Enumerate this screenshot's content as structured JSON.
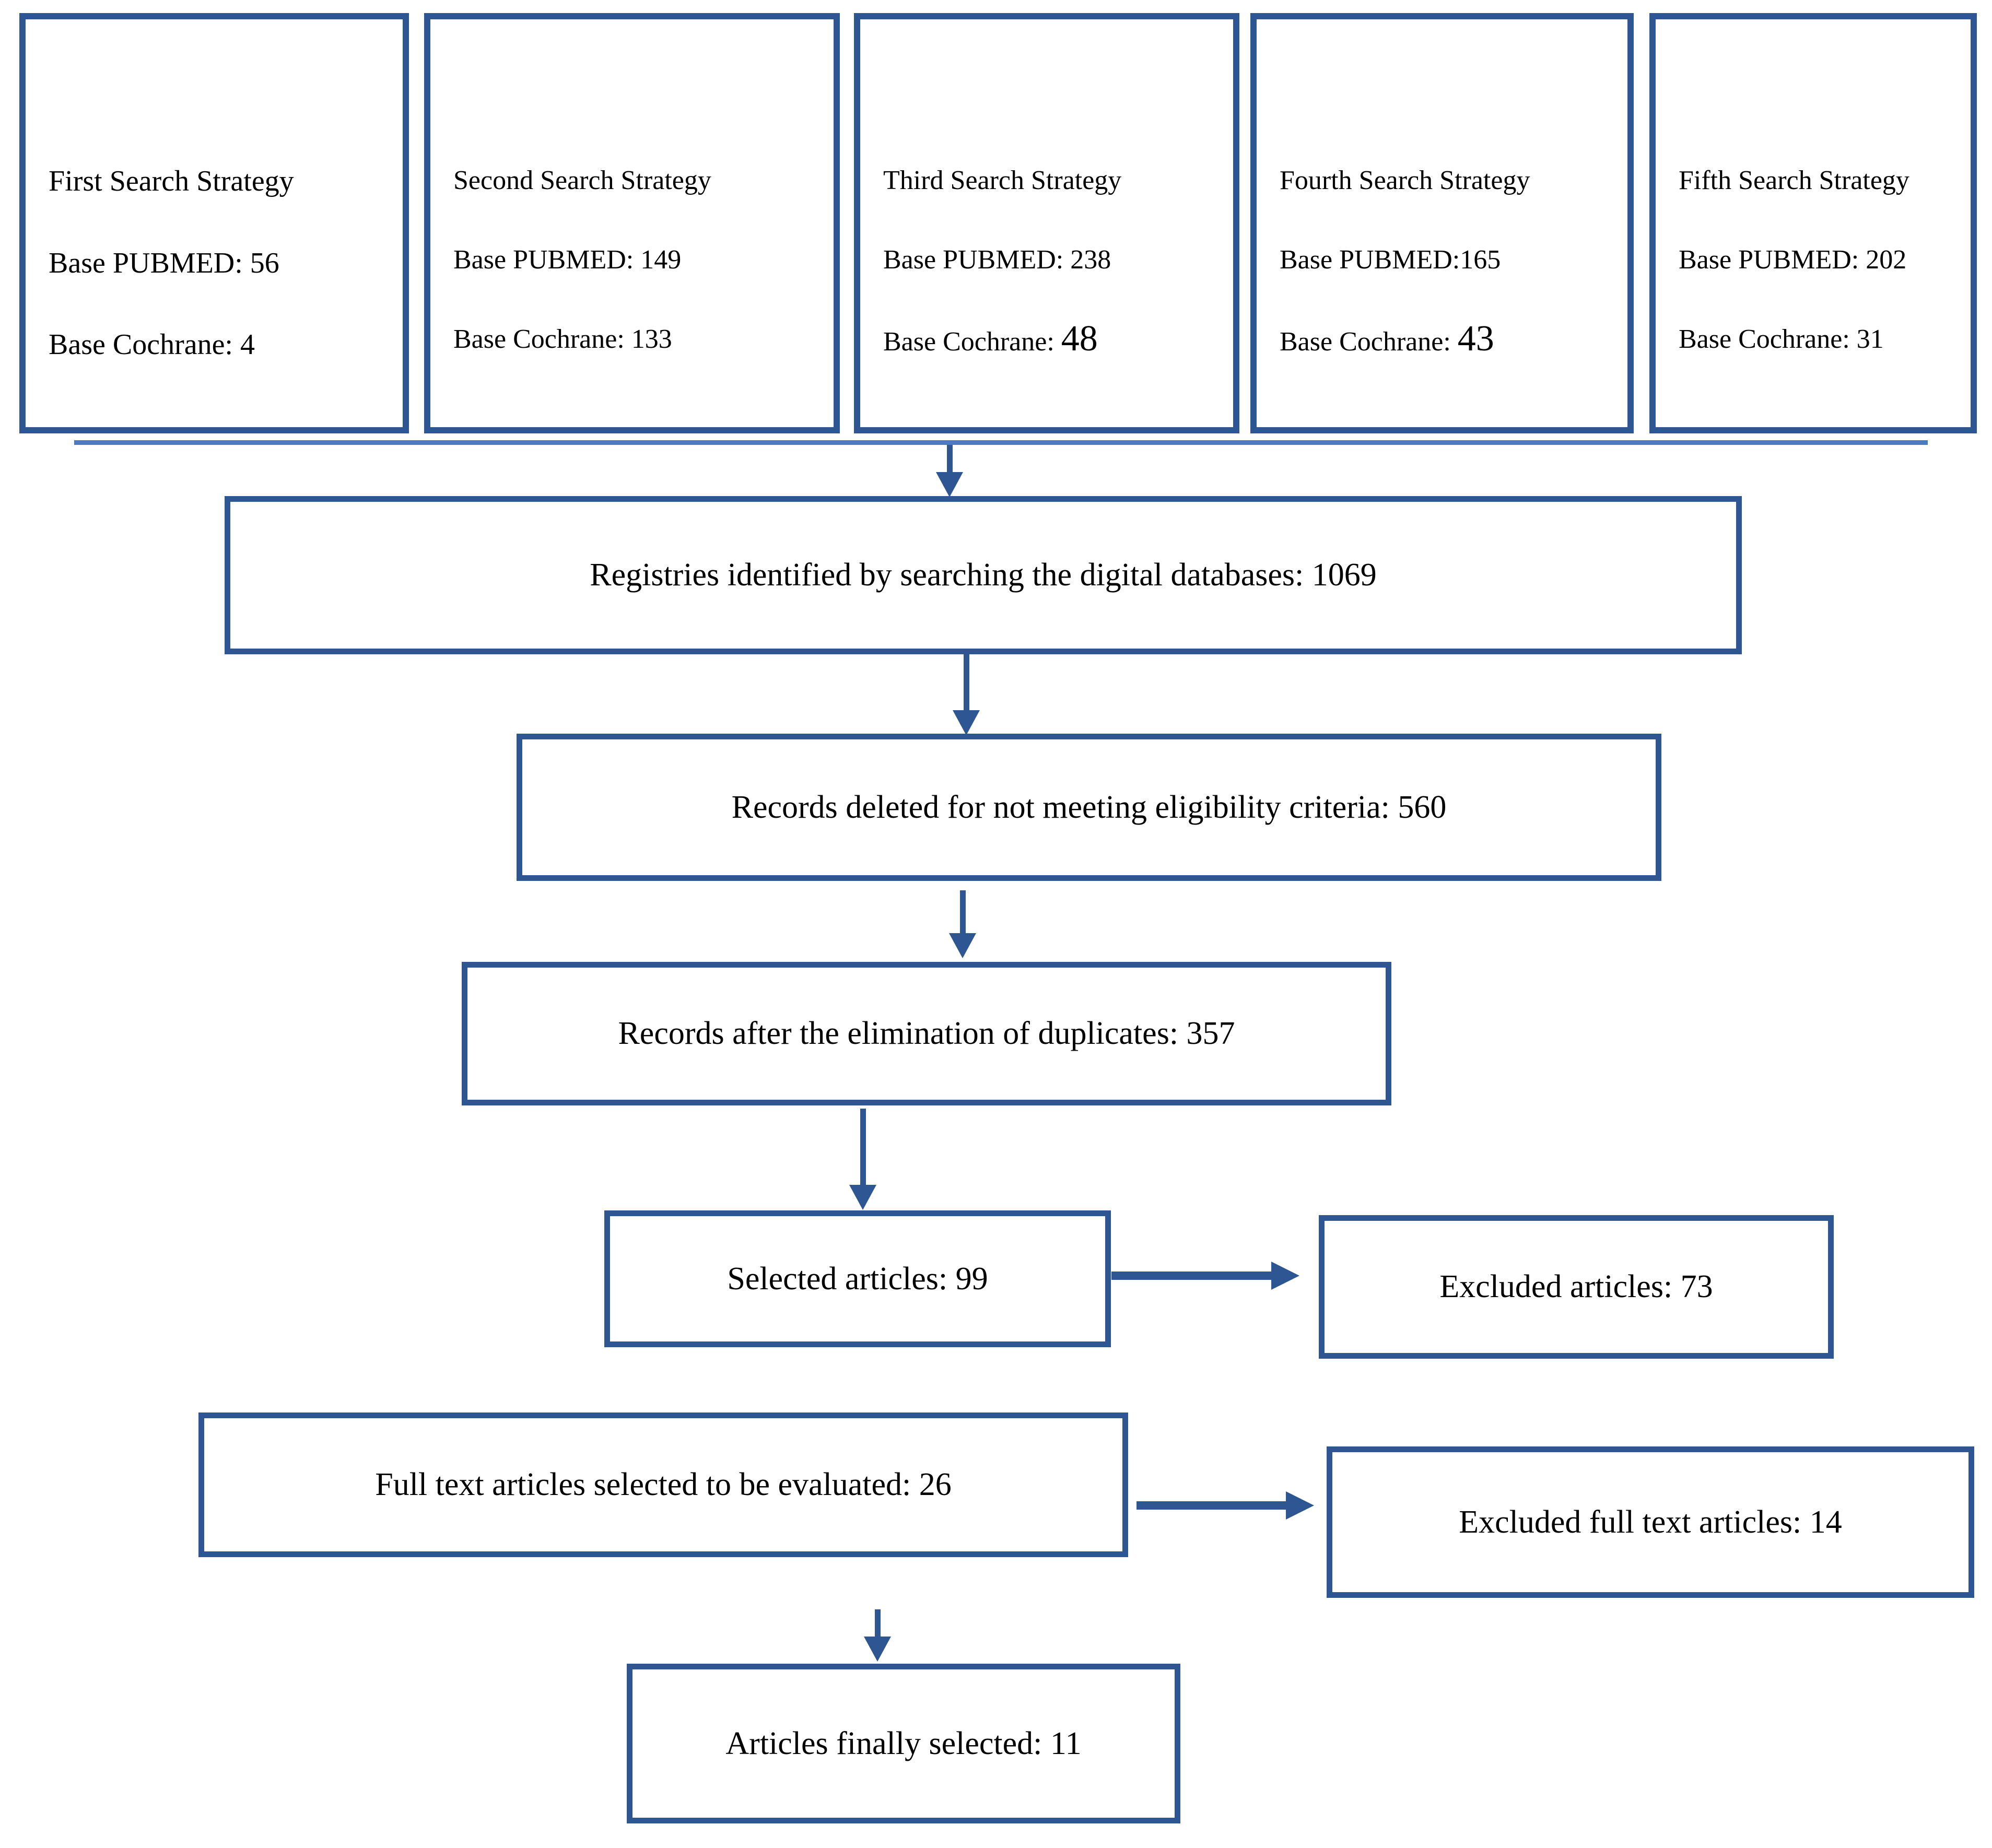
{
  "figure": {
    "background": "#ffffff",
    "box_border_color": "#2d5693",
    "divider_color": "#4a7ac2",
    "text_color": "#000000",
    "strategies": [
      {
        "title": "First Search Strategy",
        "pubmed": "Base PUBMED: 56",
        "cochrane_label": "Base Cochrane: ",
        "cochrane_value": "4"
      },
      {
        "title": "Second Search Strategy",
        "pubmed": "Base PUBMED: 149",
        "cochrane_label": "Base Cochrane: ",
        "cochrane_value": "133"
      },
      {
        "title": "Third Search Strategy",
        "pubmed": "Base PUBMED: 238",
        "cochrane_label": "Base Cochrane: ",
        "cochrane_value": "48"
      },
      {
        "title": "Fourth Search Strategy",
        "pubmed": "Base PUBMED:165",
        "cochrane_label": "Base Cochrane: ",
        "cochrane_value": "43"
      },
      {
        "title": "Fifth Search Strategy",
        "pubmed": "Base PUBMED: 202",
        "cochrane_label": "Base Cochrane: ",
        "cochrane_value": "31"
      }
    ],
    "flow": {
      "registries": "Registries identified by searching the digital databases: 1069",
      "deleted": "Records deleted for not meeting eligibility criteria: 560",
      "duplicates": "Records after the elimination of duplicates: 357",
      "selected": "Selected articles: 99",
      "excluded": "Excluded articles: 73",
      "fulltext": "Full text articles selected to be evaluated: 26",
      "excluded_fulltext": "Excluded full text articles: 14",
      "final": "Articles finally selected: 11"
    }
  }
}
